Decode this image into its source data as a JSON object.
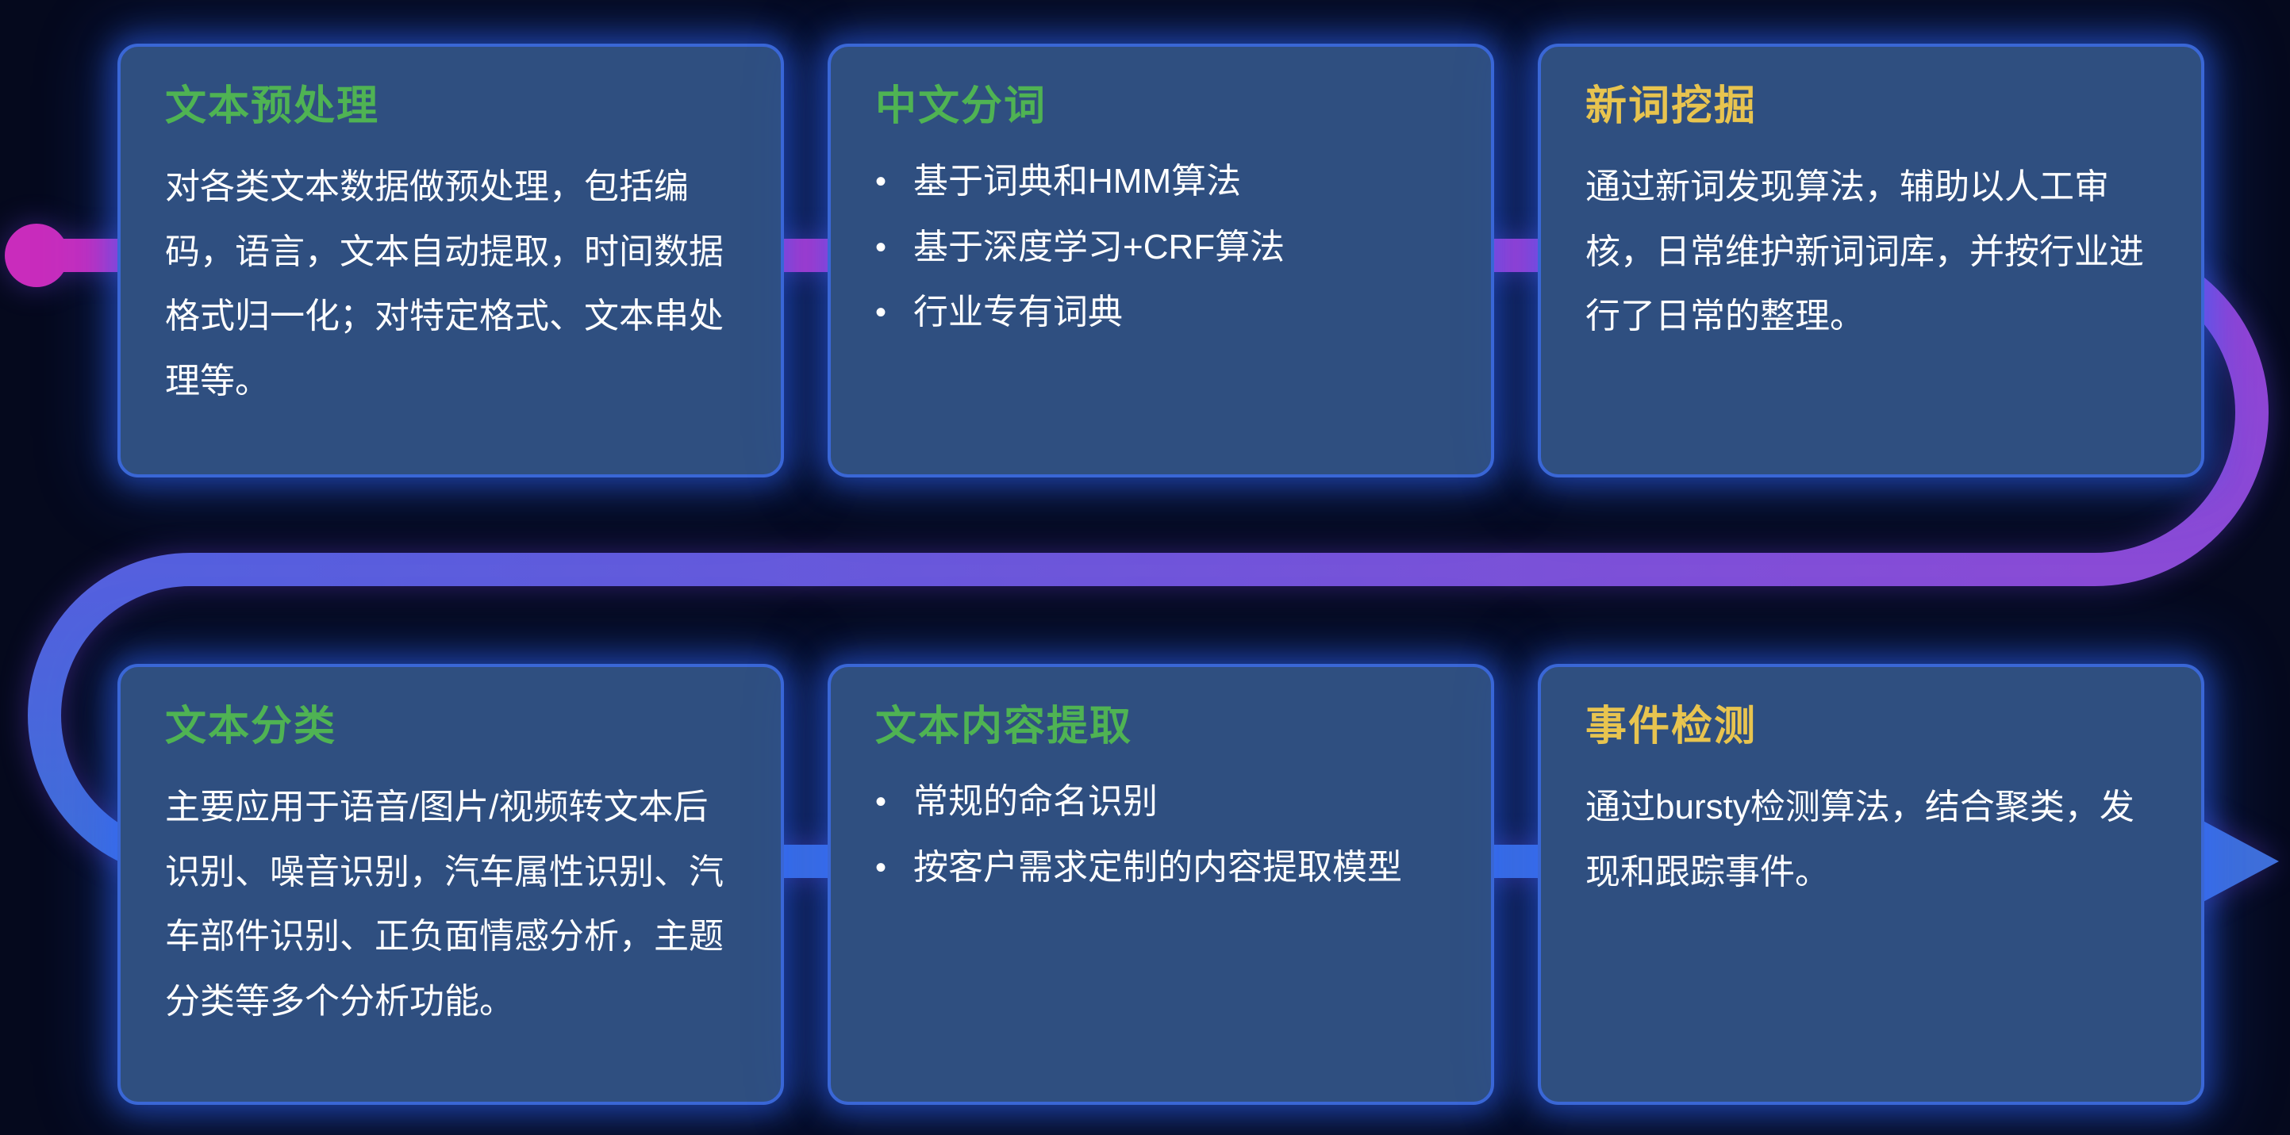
{
  "colors": {
    "background": "#05091D",
    "card_bg": "#2F4F80",
    "card_border": "#3A67D6",
    "title_green": "#4FB353",
    "title_yellow": "#E8C44F",
    "body_text": "#FFFFFF",
    "flow_magenta": "#C92CBC",
    "flow_purple": "#8A4BD6",
    "flow_blue": "#3F6FD9"
  },
  "icons": {
    "bullet": "•"
  },
  "cards": [
    {
      "id": "text-preprocessing",
      "title": "文本预处理",
      "title_color": "green",
      "body": "对各类文本数据做预处理，包括编码，语言，文本自动提取，时间数据格式归一化；对特定格式、文本串处理等。"
    },
    {
      "id": "chinese-word-segmentation",
      "title": "中文分词",
      "title_color": "green",
      "bullets": [
        "基于词典和HMM算法",
        "基于深度学习+CRF算法",
        "行业专有词典"
      ]
    },
    {
      "id": "new-word-mining",
      "title": "新词挖掘",
      "title_color": "yellow",
      "body": "通过新词发现算法，辅助以人工审核，日常维护新词词库，并按行业进行了日常的整理。"
    },
    {
      "id": "text-classification",
      "title": "文本分类",
      "title_color": "green",
      "body": "主要应用于语音/图片/视频转文本后识别、噪音识别，汽车属性识别、汽车部件识别、正负面情感分析，主题分类等多个分析功能。"
    },
    {
      "id": "text-content-extraction",
      "title": "文本内容提取",
      "title_color": "green",
      "bullets": [
        "常规的命名识别",
        "按客户需求定制的内容提取模型"
      ]
    },
    {
      "id": "event-detection",
      "title": "事件检测",
      "title_color": "yellow",
      "body": "通过bursty检测算法，结合聚类，发现和跟踪事件。"
    }
  ]
}
